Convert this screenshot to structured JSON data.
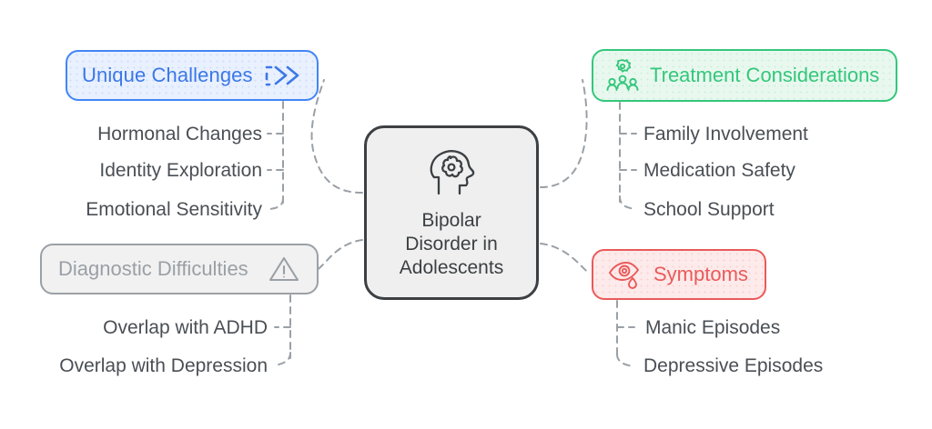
{
  "diagram": {
    "type": "mind-map",
    "center": {
      "id": "center",
      "title_lines": [
        "Bipolar",
        "Disorder in",
        "Adolescents"
      ],
      "icon": "head-brain-icon",
      "border_color": "#3c4043",
      "fill_color": "#efefef"
    },
    "branches": [
      {
        "id": "unique-challenges",
        "label": "Unique Challenges",
        "icon": "double-chevron-icon",
        "accent_color": "#4285f4",
        "text_color": "#3b78e7",
        "fill_color": "#e9f0fe",
        "position": "top-left",
        "children": [
          {
            "label": "Hormonal Changes"
          },
          {
            "label": "Identity Exploration"
          },
          {
            "label": "Emotional Sensitivity"
          }
        ]
      },
      {
        "id": "treatment-considerations",
        "label": "Treatment Considerations",
        "icon": "gear-people-icon",
        "accent_color": "#34c77b",
        "text_color": "#34c77b",
        "fill_color": "#e9f8ef",
        "position": "top-right",
        "children": [
          {
            "label": "Family Involvement"
          },
          {
            "label": "Medication Safety"
          },
          {
            "label": "School Support"
          }
        ]
      },
      {
        "id": "diagnostic-difficulties",
        "label": "Diagnostic Difficulties",
        "icon": "warning-triangle-icon",
        "accent_color": "#9aa0a6",
        "text_color": "#9aa0a6",
        "fill_color": "#f1f1f1",
        "position": "bottom-left",
        "children": [
          {
            "label": "Overlap with ADHD"
          },
          {
            "label": "Overlap with Depression"
          }
        ]
      },
      {
        "id": "symptoms",
        "label": "Symptoms",
        "icon": "crying-eye-icon",
        "accent_color": "#ea5a5a",
        "text_color": "#ea5a5a",
        "fill_color": "#fdeaea",
        "position": "bottom-right",
        "children": [
          {
            "label": "Manic Episodes"
          },
          {
            "label": "Depressive Episodes"
          }
        ]
      }
    ],
    "connector_style": {
      "color": "#9aa0a6",
      "dash": "7 6",
      "width": 2
    },
    "background_color": "#ffffff"
  }
}
